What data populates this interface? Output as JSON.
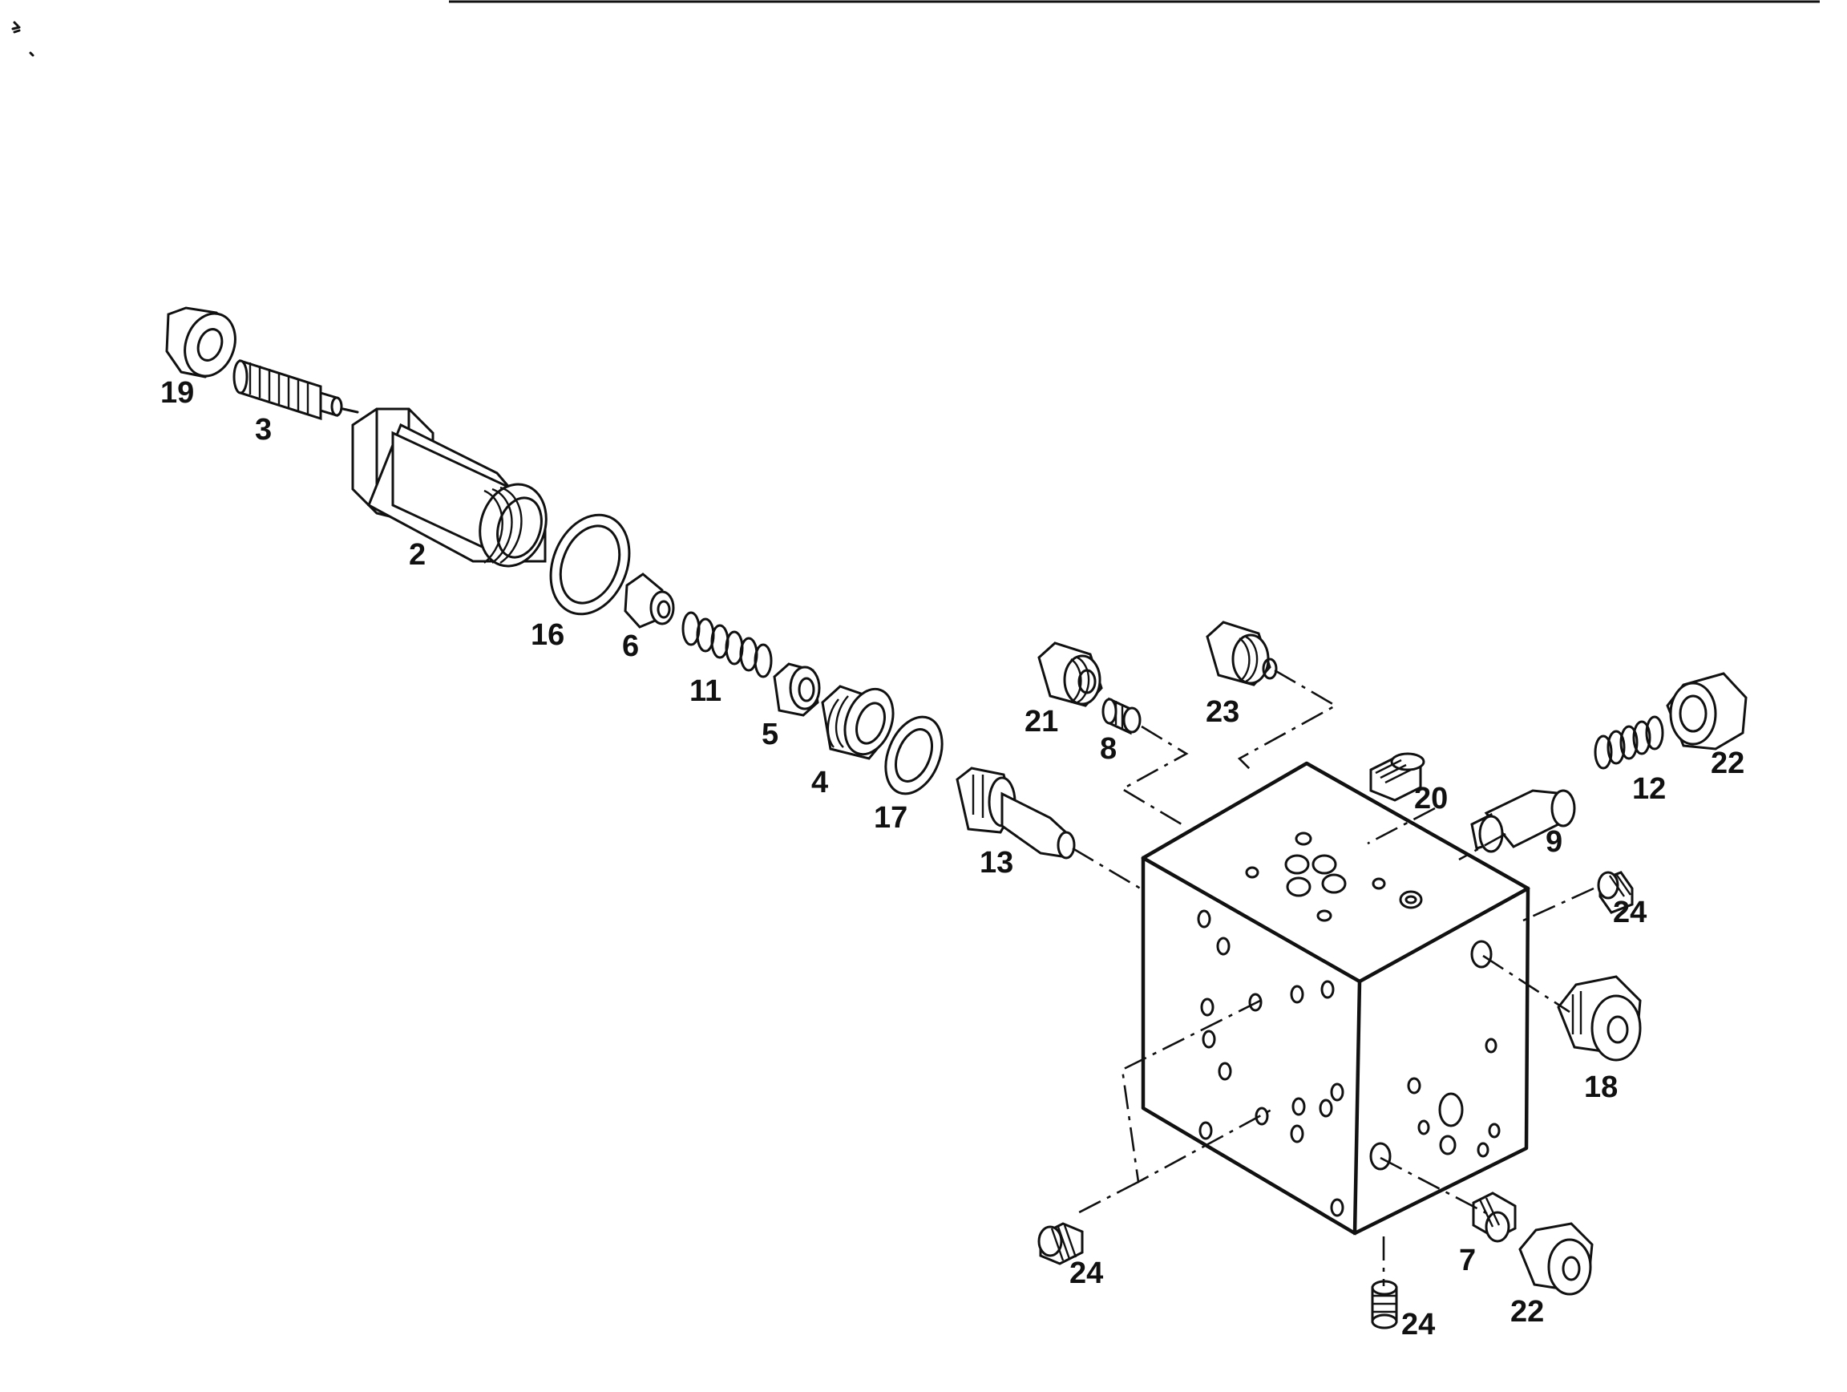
{
  "labels": {
    "p19": "19",
    "p3": "3",
    "p2": "2",
    "p16": "16",
    "p6": "6",
    "p11": "11",
    "p5": "5",
    "p4": "4",
    "p17": "17",
    "p13": "13",
    "p21": "21",
    "p8": "8",
    "p23": "23",
    "p20": "20",
    "p9": "9",
    "p12": "12",
    "p22_top": "22",
    "p24_right": "24",
    "p18": "18",
    "p24_left": "24",
    "p7": "7",
    "p22_bottom": "22",
    "p24_bottom": "24"
  }
}
